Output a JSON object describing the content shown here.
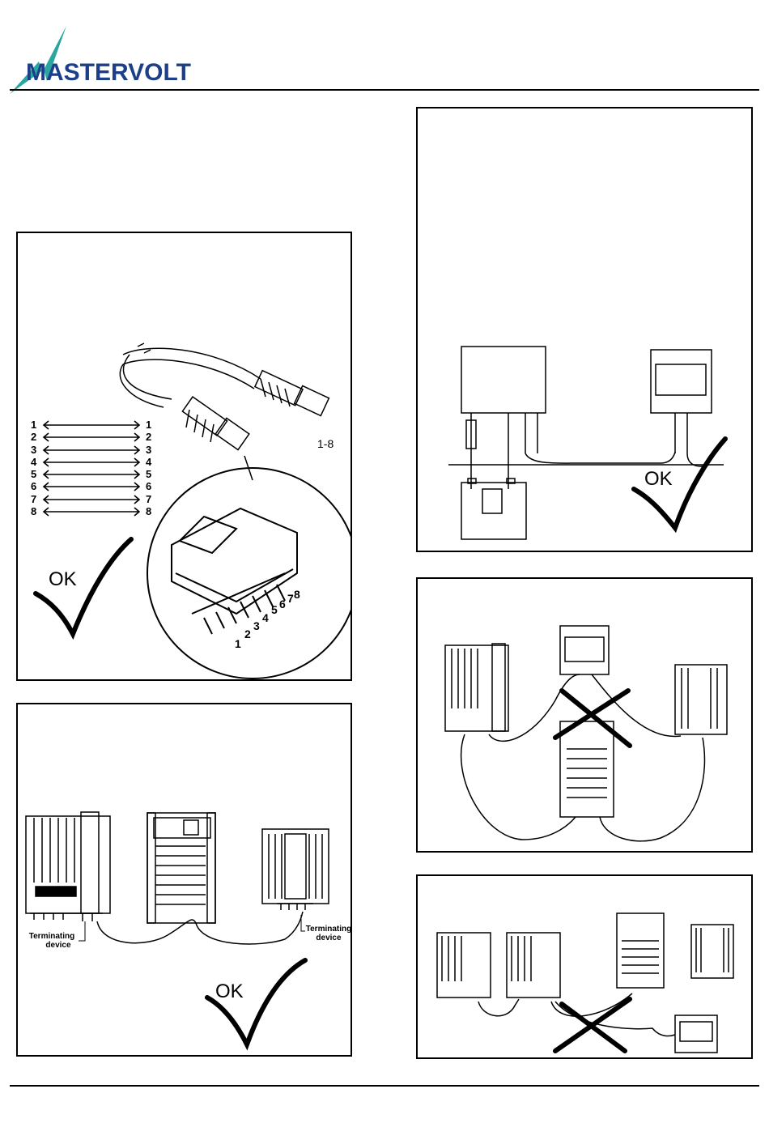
{
  "header": {
    "brand": "MASTERVOLT",
    "brand_color": "#1d3f8a",
    "accent_color": "#2aa6a0"
  },
  "panel_cable": {
    "pins_left": [
      "1",
      "2",
      "3",
      "4",
      "5",
      "6",
      "7",
      "8"
    ],
    "pins_right": [
      "1",
      "2",
      "3",
      "4",
      "5",
      "6",
      "7",
      "8"
    ],
    "range_label": "1-8",
    "connector_pins": [
      "1",
      "2",
      "3",
      "4",
      "5",
      "6",
      "7",
      "8"
    ],
    "ok_label": "OK"
  },
  "panel_chain": {
    "terminating_left": [
      "Terminating",
      "device"
    ],
    "terminating_right": [
      "Terminating",
      "device"
    ],
    "ok_label": "OK"
  },
  "panel_battery": {
    "ok_label": "OK"
  },
  "panel_ring": {
    "status": "wrong"
  },
  "panel_branch": {
    "status": "wrong"
  }
}
